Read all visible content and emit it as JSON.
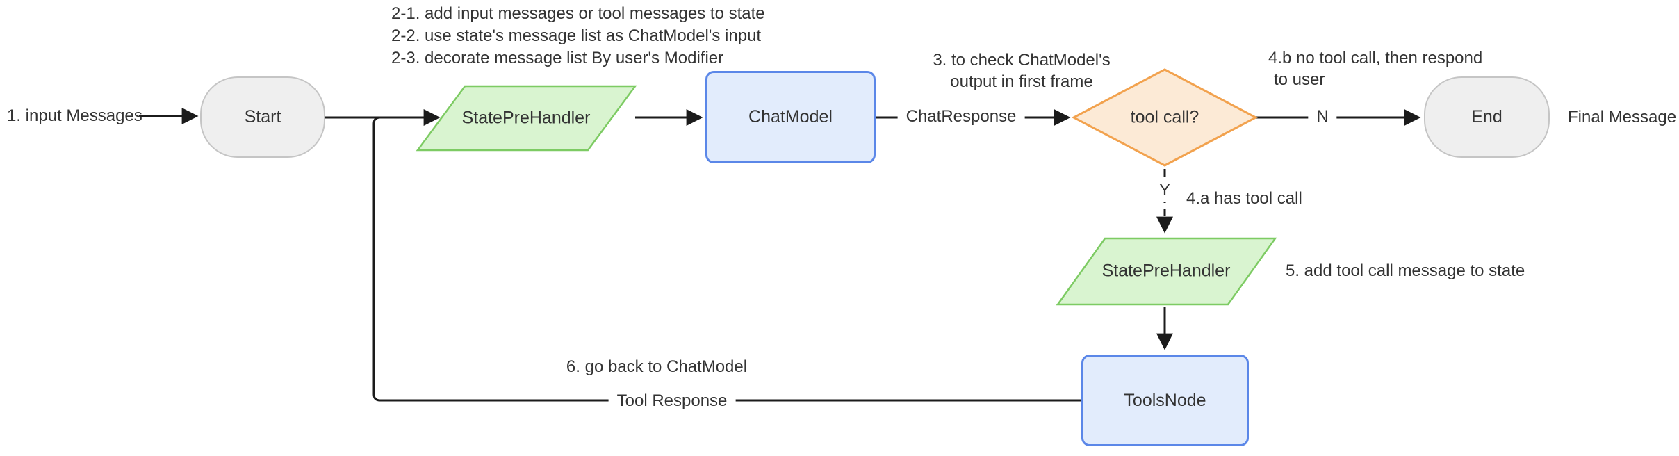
{
  "diagram": {
    "title_hint": "agent flowchart",
    "nodes": {
      "start": {
        "label": "Start",
        "shape": "stadium"
      },
      "state_pre_handler_1": {
        "label": "StatePreHandler",
        "shape": "parallelogram"
      },
      "chat_model": {
        "label": "ChatModel",
        "shape": "rounded-rect"
      },
      "tool_call_decision": {
        "label": "tool call?",
        "shape": "diamond"
      },
      "end": {
        "label": "End",
        "shape": "stadium"
      },
      "state_pre_handler_2": {
        "label": "StatePreHandler",
        "shape": "parallelogram"
      },
      "tools_node": {
        "label": "ToolsNode",
        "shape": "rounded-rect"
      }
    },
    "edge_labels": {
      "chat_response": "ChatResponse",
      "no_branch": "N",
      "yes_branch": "Y",
      "tool_response": "Tool Response"
    },
    "annotations": {
      "input_messages": "1. input Messages",
      "step2_line1": "2-1. add input messages or tool messages to state",
      "step2_line2": "2-2. use state's message list as ChatModel's input",
      "step2_line3": "2-3. decorate message list By user's Modifier",
      "step3_line1": "3. to check ChatModel's",
      "step3_line2": "output in first frame",
      "step4b_line1": "4.b no tool call, then respond",
      "step4b_line2": "to user",
      "step4a": "4.a has tool call",
      "step5": "5. add tool call message to state",
      "step6": "6. go back to ChatModel",
      "final_message": "Final Message"
    },
    "colors": {
      "background": "#ffffff",
      "line": "#1b1b1b",
      "text": "#333333",
      "stadium_fill": "#efefef",
      "stadium_border": "#c5c5c5",
      "green_fill": "#d9f4d0",
      "green_border": "#7dcb63",
      "blue_fill": "#e2ecfc",
      "blue_border": "#5b87e8",
      "orange_fill": "#fcead6",
      "orange_border": "#f2a24e"
    }
  }
}
